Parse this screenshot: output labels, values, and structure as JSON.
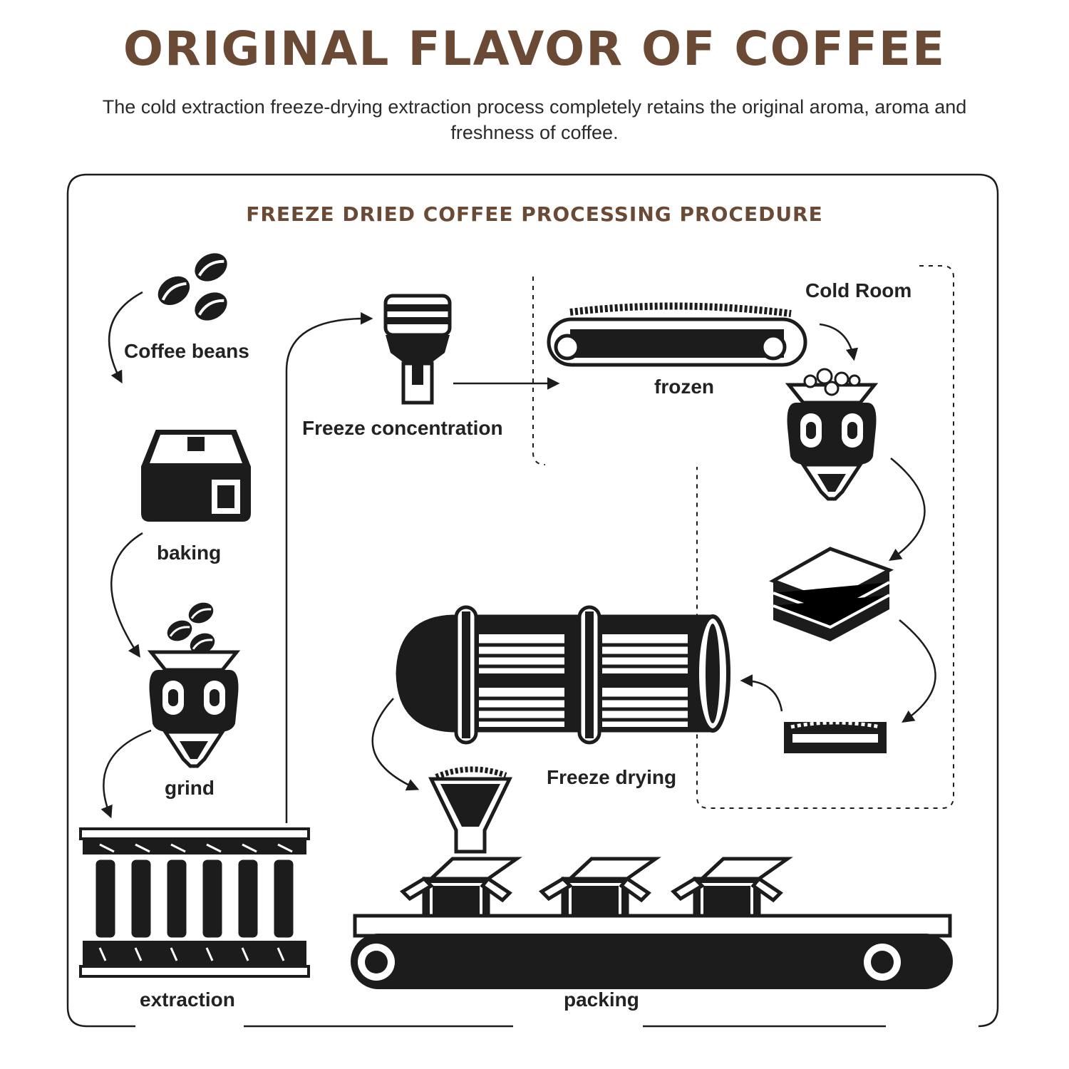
{
  "header": {
    "title": "ORIGINAL FLAVOR OF COFFEE",
    "description": "The cold extraction freeze-drying extraction process completely retains the original aroma, aroma and freshness of coffee."
  },
  "diagram": {
    "title": "FREEZE DRIED COFFEE PROCESSING PROCEDURE",
    "cold_room_label": "Cold Room",
    "stages": {
      "coffee_beans": "Coffee beans",
      "baking": "baking",
      "grind": "grind",
      "extraction": "extraction",
      "freeze_concentration": "Freeze concentration",
      "frozen": "frozen",
      "freeze_drying": "Freeze drying",
      "packing": "packing"
    }
  },
  "colors": {
    "brand_brown": "#6b4a35",
    "ink": "#1c1c1c"
  }
}
